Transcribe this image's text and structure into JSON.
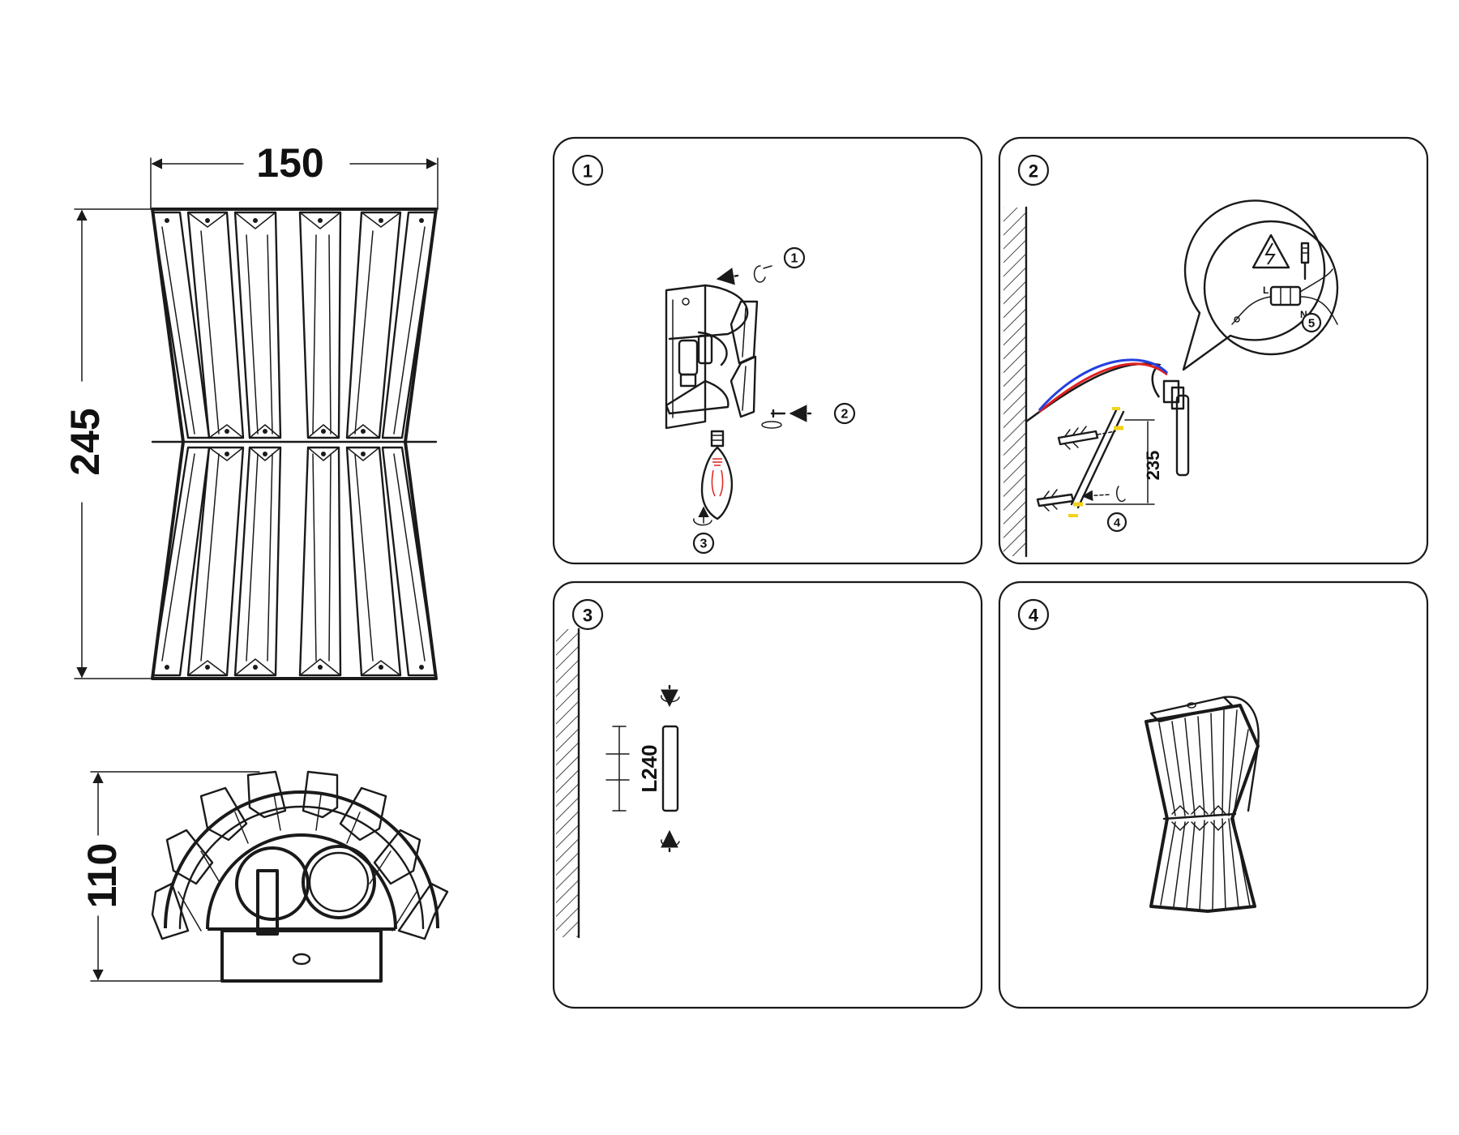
{
  "dimensions": {
    "width": "150",
    "height": "245",
    "depth": "110"
  },
  "panels": [
    {
      "id": "1",
      "label": "1",
      "callouts": [
        "1",
        "2",
        "3"
      ]
    },
    {
      "id": "2",
      "label": "2",
      "callouts": [
        "4",
        "5"
      ],
      "measure": "235"
    },
    {
      "id": "3",
      "label": "3",
      "measure": "L240"
    },
    {
      "id": "4",
      "label": "4"
    }
  ],
  "wire_labels": {
    "live": "L",
    "neutral": "N"
  },
  "colors": {
    "line": "#1a1a1a",
    "wire_live": "#e0201f",
    "wire_neutral": "#2440e0",
    "screw_highlight": "#f2d21b"
  },
  "icons": [
    "rotate-screw-icon",
    "high-voltage-warning-icon",
    "screwdriver-icon",
    "light-bulb-icon"
  ]
}
